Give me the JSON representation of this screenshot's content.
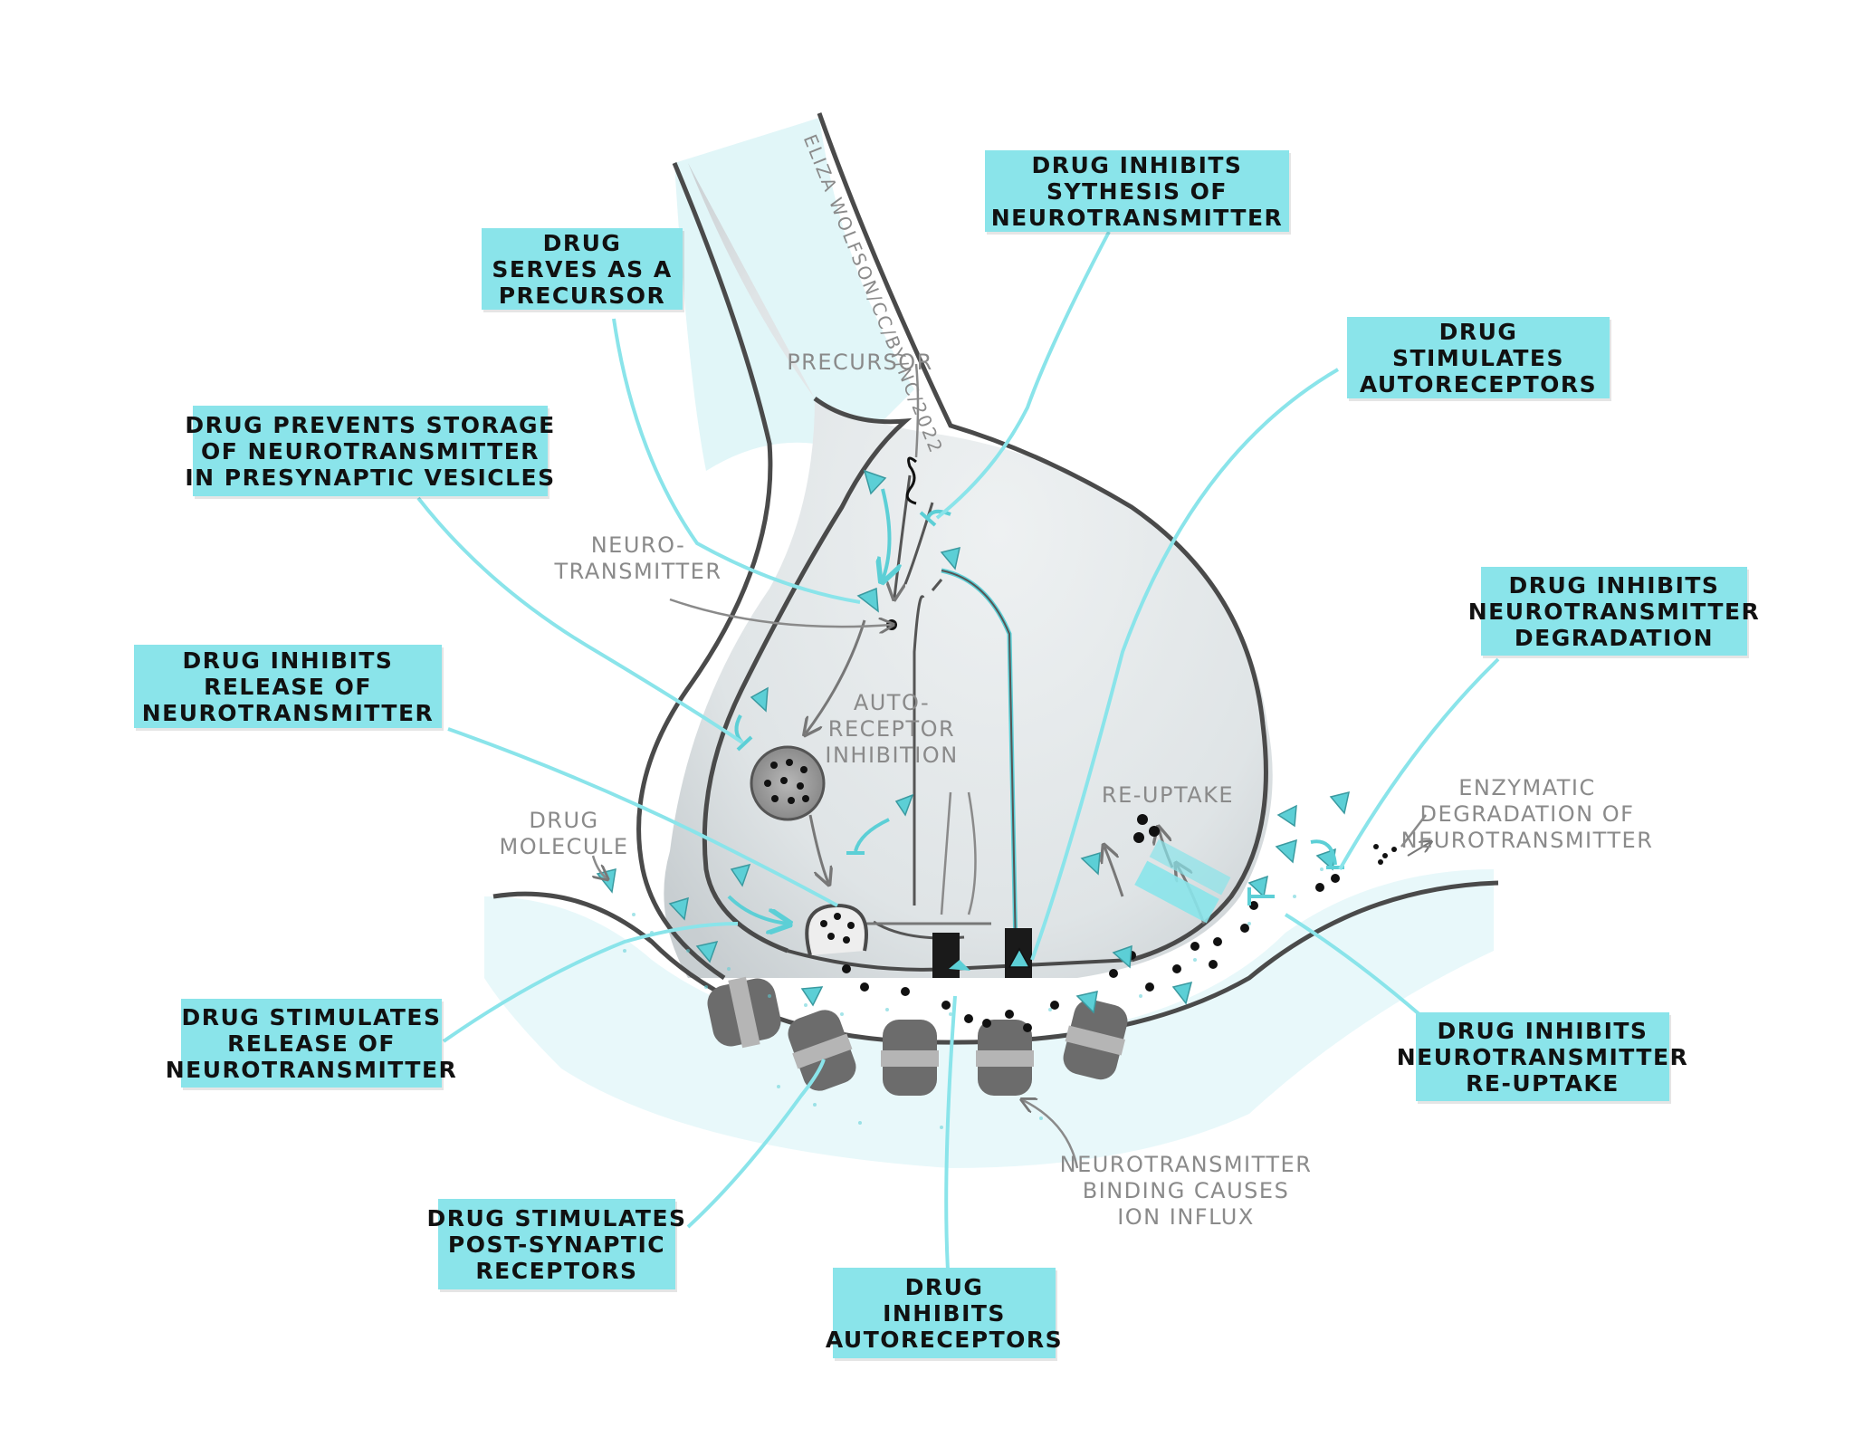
{
  "credit": "ELIZA WOLFSON/CC/BY/NC/2022",
  "boxes": {
    "inhibits_synthesis": [
      "DRUG INHIBITS",
      "SYTHESIS OF",
      "NEUROTRANSMITTER"
    ],
    "serves_as_precursor": [
      "DRUG",
      "SERVES AS A",
      "PRECURSOR"
    ],
    "stimulates_autoreceptors": [
      "DRUG",
      "STIMULATES",
      "AUTORECEPTORS"
    ],
    "prevents_storage": [
      "DRUG PREVENTS STORAGE",
      "OF NEUROTRANSMITTER",
      "IN PRESYNAPTIC VESICLES"
    ],
    "inhibits_degradation": [
      "DRUG INHIBITS",
      "NEUROTRANSMITTER",
      "DEGRADATION"
    ],
    "inhibits_release": [
      "DRUG INHIBITS",
      "RELEASE OF",
      "NEUROTRANSMITTER"
    ],
    "stimulates_release": [
      "DRUG STIMULATES",
      "RELEASE OF",
      "NEUROTRANSMITTER"
    ],
    "inhibits_reuptake": [
      "DRUG INHIBITS",
      "NEUROTRANSMITTER",
      "RE-UPTAKE"
    ],
    "stimulates_postsynaptic": [
      "DRUG STIMULATES",
      "POST-SYNAPTIC",
      "RECEPTORS"
    ],
    "inhibits_autoreceptors": [
      "DRUG",
      "INHIBITS",
      "AUTORECEPTORS"
    ]
  },
  "labels": {
    "precursor": [
      "PRECURSOR"
    ],
    "neurotransmitter": [
      "NEURO-",
      "TRANSMITTER"
    ],
    "autoreceptor_inhibition": [
      "AUTO-",
      "RECEPTOR",
      "INHIBITION"
    ],
    "reuptake": [
      "RE-UPTAKE"
    ],
    "enzymatic_degradation": [
      "ENZYMATIC",
      "DEGRADATION OF",
      "NEUROTRANSMITTER"
    ],
    "drug_molecule": [
      "DRUG",
      "MOLECULE"
    ],
    "ion_influx": [
      "NEUROTRANSMITTER",
      "BINDING CAUSES",
      "ION INFLUX"
    ]
  },
  "colors": {
    "box_fill": "#8ae4ea",
    "drug_cyan": "#5ccfd6",
    "leader_line": "#8ae4ea",
    "membrane": "#4a4a4a",
    "cytoplasm": "#dfe4e6",
    "axon_wash": "#e1f6f8",
    "label_gray": "#8a8a8a"
  },
  "icons": [
    "triangle-drug-icon",
    "neurotransmitter-dot-icon",
    "vesicle-icon",
    "autoreceptor-icon",
    "reuptake-transporter-icon",
    "postsynaptic-receptor-icon"
  ]
}
